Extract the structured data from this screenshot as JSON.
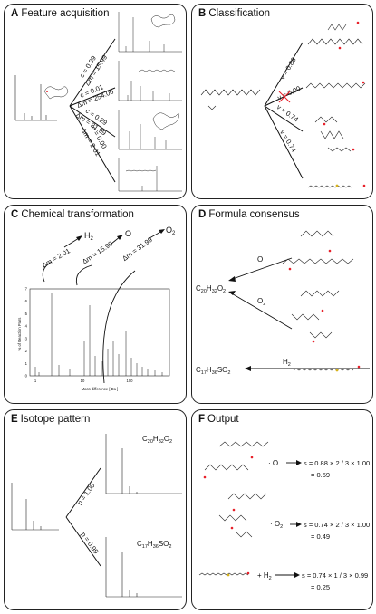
{
  "panels": {
    "A": {
      "letter": "A",
      "title": "Feature acquisition",
      "labels": [
        "c = 0.99",
        "Δm = 15.99",
        "c = 0.01",
        "Δm = 254.06",
        "c = 0.29",
        "Δm = 31.99",
        "c = 0.00",
        "Δm = 2.01"
      ]
    },
    "B": {
      "letter": "B",
      "title": "Classification",
      "labels": [
        "v = 0.88",
        "v = 0.00",
        "v = 0.74",
        "v = 0.74"
      ]
    },
    "C": {
      "letter": "C",
      "title": "Chemical transformation",
      "transforms": [
        {
          "label": "Δm = 2.01",
          "product": "H",
          "sub": "2"
        },
        {
          "label": "Δm = 15.99",
          "product": "O",
          "sub": ""
        },
        {
          "label": "Δm = 31.99",
          "product": "O",
          "sub": "2"
        }
      ],
      "ylabel": "% of Reaction Pairs",
      "xlabel": "Mass difference [ Da ]",
      "yticks": [
        "0",
        "1",
        "2",
        "3",
        "4",
        "5",
        "6",
        "7"
      ],
      "xticks": [
        "1",
        "10",
        "100"
      ]
    },
    "D": {
      "letter": "D",
      "title": "Formula consensus",
      "formula1": {
        "a": "C",
        "b": "20",
        "c": "H",
        "d": "32",
        "e": "O",
        "f": "2"
      },
      "formula2": {
        "a": "C",
        "b": "17",
        "c": "H",
        "d": "36",
        "e": "SO",
        "f": "2"
      },
      "arrows": [
        {
          "label": "O",
          "sub": ""
        },
        {
          "label": "O",
          "sub": "2"
        },
        {
          "label": "H",
          "sub": "2"
        }
      ]
    },
    "E": {
      "letter": "E",
      "title": "Isotope pattern",
      "labels": [
        "p = 1.00",
        "p = 0.99"
      ],
      "formula1": {
        "a": "C",
        "b": "20",
        "c": "H",
        "d": "32",
        "e": "O",
        "f": "2"
      },
      "formula2": {
        "a": "C",
        "b": "17",
        "c": "H",
        "d": "36",
        "e": "SO",
        "f": "2"
      }
    },
    "F": {
      "letter": "F",
      "title": "Output",
      "rows": [
        {
          "op": "· O",
          "op_sub": "",
          "s": "s = 0.88 × 2 / 3 × 1.00",
          "result": "= 0.59"
        },
        {
          "op": "· O",
          "op_sub": "2",
          "s": "s = 0.74 × 2 / 3 × 1.00",
          "result": "= 0.49"
        },
        {
          "op": "+ H",
          "op_sub": "2",
          "s": "s = 0.74 × 1 / 3 × 0.99",
          "result": "= 0.25"
        }
      ]
    }
  },
  "colors": {
    "border": "#222222",
    "heteroatom": "#e8202a",
    "sulfur": "#d6b21c",
    "bond": "#222222"
  }
}
